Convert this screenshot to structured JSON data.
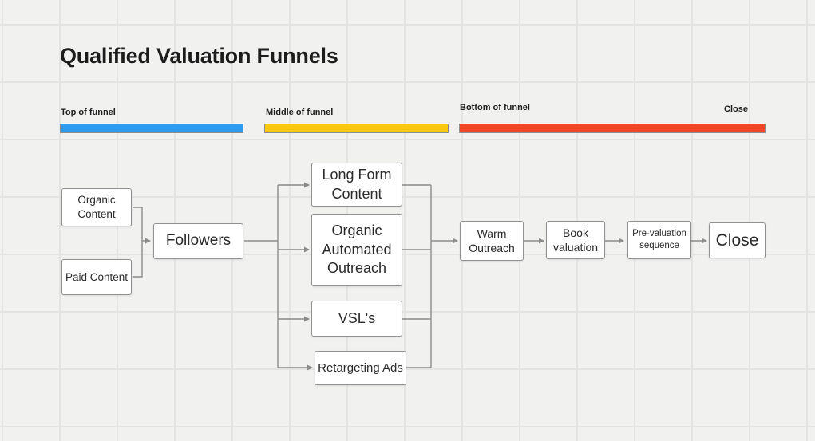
{
  "title": "Qualified Valuation Funnels",
  "colors": {
    "top_of_funnel_blue": "#2d9bf0",
    "middle_of_funnel_yellow": "#fac710",
    "bottom_of_funnel_red": "#f24726",
    "canvas_background": "#f1f1f0",
    "grid_line": "#e4e4e3",
    "connector_gray": "#8c8c8c"
  },
  "legend": {
    "top_label": "Top of funnel",
    "middle_label": "Middle of funnel",
    "bottom_label": "Bottom of funnel",
    "close_label": "Close"
  },
  "nodes": {
    "organic_content": {
      "label": "Organic Content"
    },
    "paid_content": {
      "label": "Paid Content"
    },
    "followers": {
      "label": "Followers"
    },
    "long_form_content": {
      "label": "Long Form Content"
    },
    "organic_automated_outreach": {
      "label": "Organic Automated Outreach"
    },
    "vsls": {
      "label": "VSL's"
    },
    "retargeting_ads": {
      "label": "Retargeting Ads"
    },
    "warm_outreach": {
      "label": "Warm Outreach"
    },
    "book_valuation": {
      "label": "Book valuation"
    },
    "pre_valuation_sequence": {
      "label": "Pre-valuation sequence"
    },
    "close": {
      "label": "Close"
    }
  }
}
